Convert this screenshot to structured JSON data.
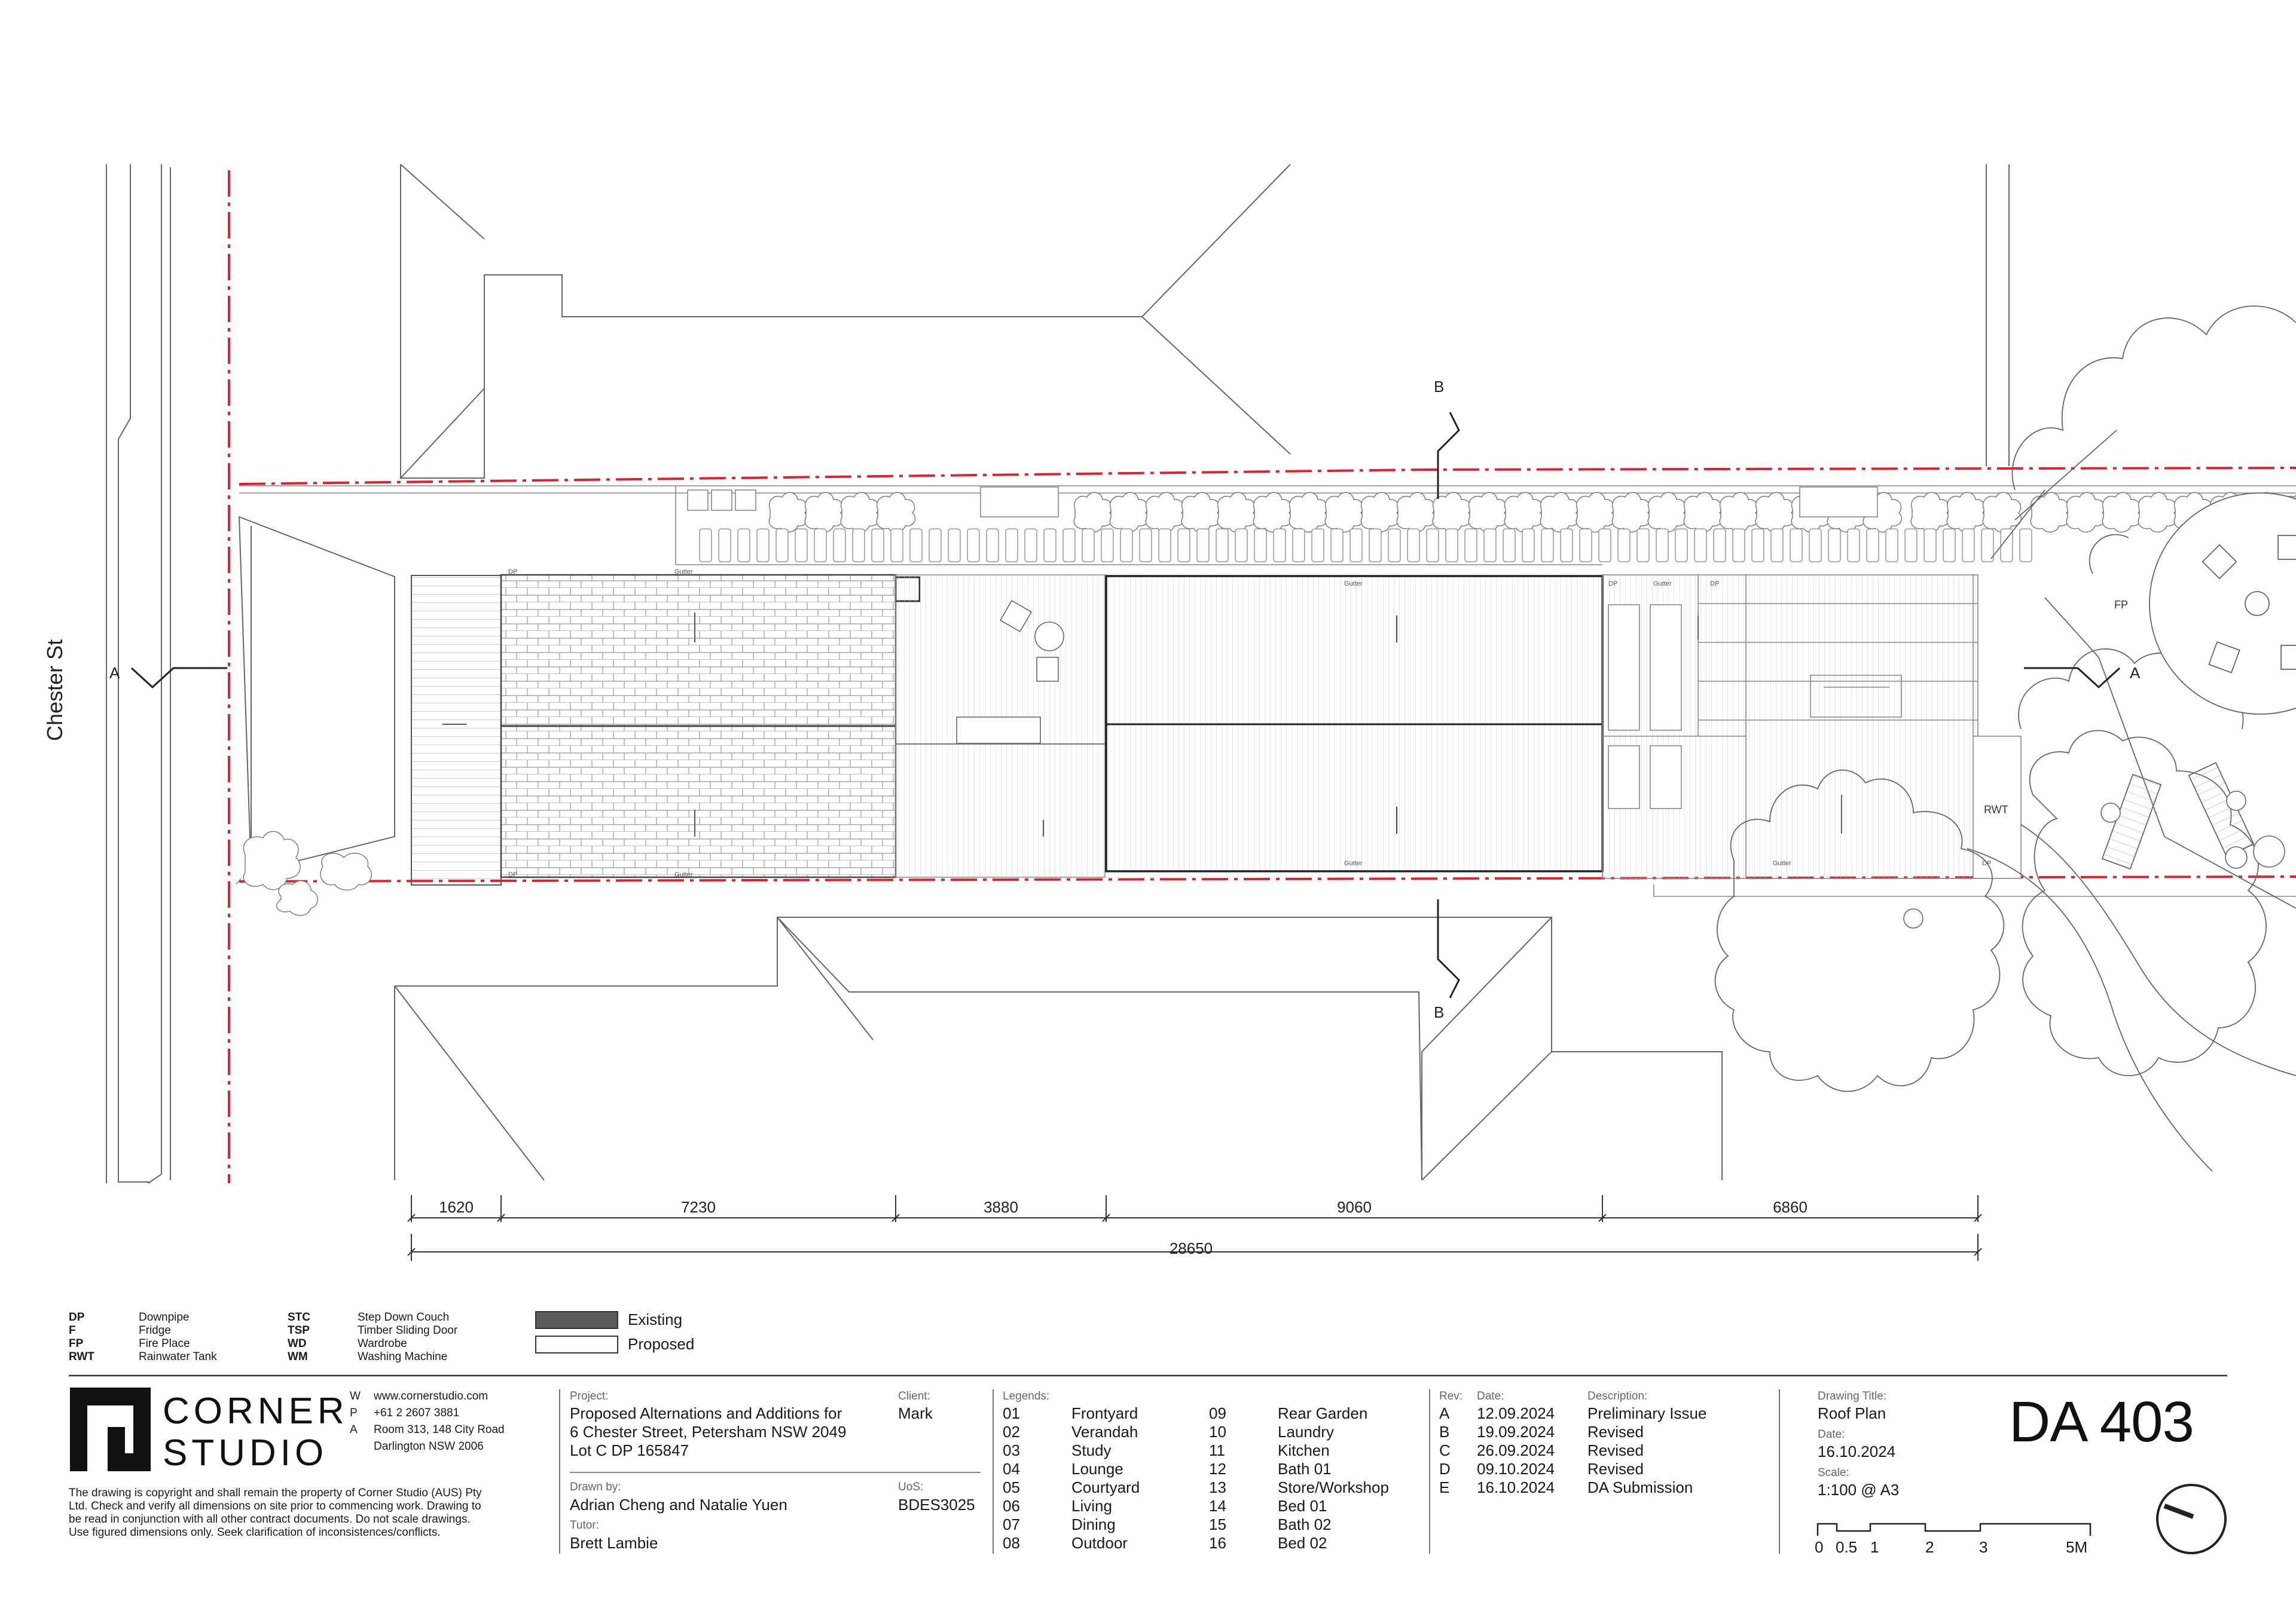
{
  "street": "Chester St",
  "section_markers": {
    "a": "A",
    "b": "B"
  },
  "plan_labels": {
    "fp": "FP",
    "rwt": "RWT",
    "dp": "DP",
    "gutter": "Gutter"
  },
  "dimensions": {
    "segments": [
      "1620",
      "7230",
      "3880",
      "9060",
      "6860"
    ],
    "total": "28650"
  },
  "abbreviations": [
    {
      "code": "DP",
      "meaning": "Downpipe"
    },
    {
      "code": "F",
      "meaning": "Fridge"
    },
    {
      "code": "FP",
      "meaning": "Fire Place"
    },
    {
      "code": "RWT",
      "meaning": "Rainwater Tank"
    },
    {
      "code": "STC",
      "meaning": "Step Down Couch"
    },
    {
      "code": "TSP",
      "meaning": "Timber Sliding Door"
    },
    {
      "code": "WD",
      "meaning": "Wardrobe"
    },
    {
      "code": "WM",
      "meaning": "Washing Machine"
    }
  ],
  "key": {
    "existing": "Existing",
    "proposed": "Proposed",
    "existing_color": "#5a5a5a"
  },
  "studio": {
    "name_line1": "CORNER",
    "name_line2": "STUDIO",
    "contacts": [
      {
        "k": "W",
        "v": "www.cornerstudio.com"
      },
      {
        "k": "P",
        "v": "+61 2 2607 3881"
      },
      {
        "k": "A",
        "v": "Room 313, 148 City Road"
      },
      {
        "k": "",
        "v": "Darlington NSW 2006"
      }
    ],
    "copyright": [
      "The drawing is copyright and shall remain the property of Corner Studio (AUS) Pty",
      "Ltd. Check and verify all dimensions on site prior to commencing work. Drawing to",
      "be read in conjunction with all other contract documents. Do not scale drawings.",
      "Use figured dimensions only. Seek clarification of inconsistences/conflicts."
    ]
  },
  "project": {
    "label": "Project:",
    "lines": [
      "Proposed Alternations and Additions for",
      "6 Chester Street, Petersham NSW 2049",
      "Lot C DP 165847"
    ],
    "client_label": "Client:",
    "client": "Mark",
    "drawn_by_label": "Drawn by:",
    "drawn_by": "Adrian Cheng and Natalie Yuen",
    "uos_label": "UoS:",
    "uos": "BDES3025",
    "tutor_label": "Tutor:",
    "tutor": "Brett Lambie"
  },
  "legends": {
    "label": "Legends:",
    "items": [
      {
        "n": "01",
        "name": "Frontyard"
      },
      {
        "n": "02",
        "name": "Verandah"
      },
      {
        "n": "03",
        "name": "Study"
      },
      {
        "n": "04",
        "name": "Lounge"
      },
      {
        "n": "05",
        "name": "Courtyard"
      },
      {
        "n": "06",
        "name": "Living"
      },
      {
        "n": "07",
        "name": "Dining"
      },
      {
        "n": "08",
        "name": "Outdoor"
      },
      {
        "n": "09",
        "name": "Rear Garden"
      },
      {
        "n": "10",
        "name": "Laundry"
      },
      {
        "n": "11",
        "name": "Kitchen"
      },
      {
        "n": "12",
        "name": "Bath 01"
      },
      {
        "n": "13",
        "name": "Store/Workshop"
      },
      {
        "n": "14",
        "name": "Bed 01"
      },
      {
        "n": "15",
        "name": "Bath 02"
      },
      {
        "n": "16",
        "name": "Bed 02"
      }
    ]
  },
  "revisions": {
    "rev_label": "Rev:",
    "date_label": "Date:",
    "desc_label": "Description:",
    "items": [
      {
        "rev": "A",
        "date": "12.09.2024",
        "desc": "Preliminary Issue"
      },
      {
        "rev": "B",
        "date": "19.09.2024",
        "desc": "Revised"
      },
      {
        "rev": "C",
        "date": "26.09.2024",
        "desc": "Revised"
      },
      {
        "rev": "D",
        "date": "09.10.2024",
        "desc": "Revised"
      },
      {
        "rev": "E",
        "date": "16.10.2024",
        "desc": "DA Submission"
      }
    ]
  },
  "drawing": {
    "title_label": "Drawing Title:",
    "title": "Roof Plan",
    "date_label": "Date:",
    "date": "16.10.2024",
    "scale_label": "Scale:",
    "scale": "1:100 @ A3",
    "number": "DA 403",
    "scalebar_ticks": [
      "0",
      "0.5",
      "1",
      "2",
      "3",
      "5M"
    ]
  },
  "colors": {
    "boundary": "#e0202a",
    "line": "#555555",
    "light": "#9a9a9a"
  }
}
